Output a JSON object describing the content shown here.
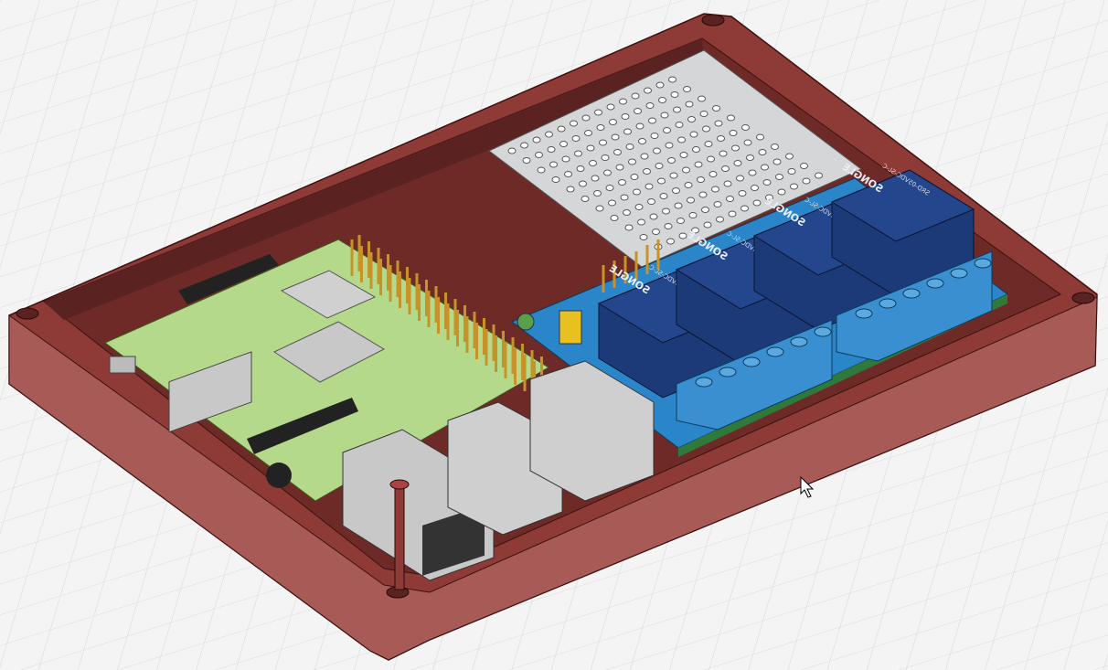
{
  "viewport": {
    "kind": "3D CAD viewport",
    "colors": {
      "background": "#f4f4f4",
      "grid": "#d8d8dc",
      "enclosure": "#8e3a36",
      "enclosure_inner": "#6d2a27",
      "pi_board": "#b5d98a",
      "relay_board": "#2a86c8",
      "relay": "#1c3a78",
      "terminal": "#3a8fd0",
      "perfboard": "#d4d6d8",
      "ports": "#c8c8c8"
    }
  },
  "relays": [
    {
      "brand": "SONGLE",
      "model": "SRD-05VDC-SL-C"
    },
    {
      "brand": "SONGLE",
      "model": "SRD-05VDC-SL-C"
    },
    {
      "brand": "SONGLE",
      "model": "SRD-05VDC-SL-C"
    },
    {
      "brand": "SONGLE",
      "model": "SRD-05VDC-SL-C"
    }
  ],
  "cursor": {
    "icon": "arrow-pointer-icon"
  }
}
